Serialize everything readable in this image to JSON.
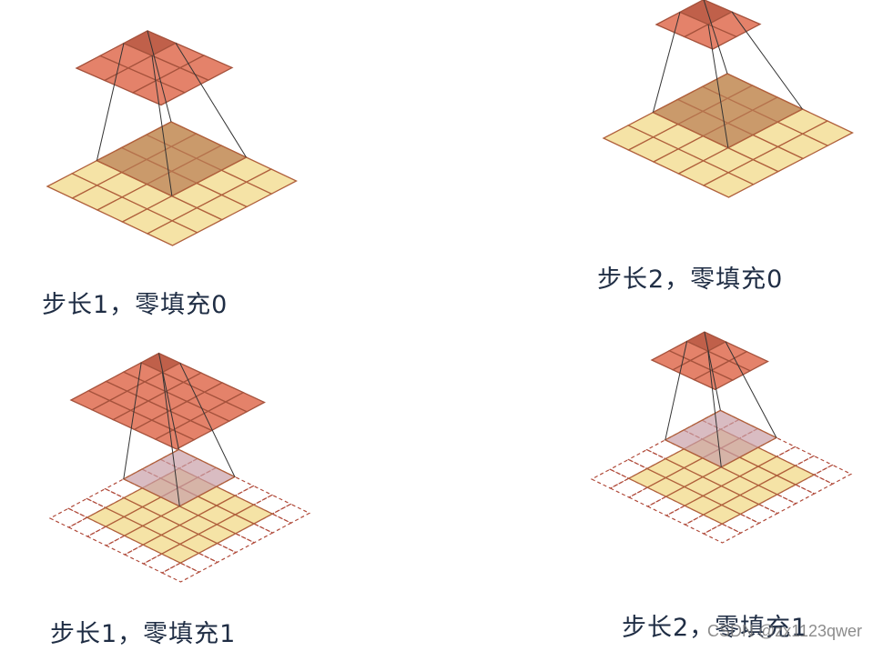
{
  "colors": {
    "input_fill": "#f5e3a6",
    "input_stroke": "#b0603c",
    "window_fill": "#b87a52",
    "output_fill": "#e4826a",
    "output_stroke": "#a5523c",
    "output_active": "#c0604a",
    "padding_stroke": "#b04a3a",
    "padding_window_fill": "#c9a0a8",
    "line": "#333333"
  },
  "panels": [
    {
      "caption": "步长1，零填充0",
      "input_size": 5,
      "padding": 0,
      "stride": 1,
      "kernel": 3,
      "output_size": 3
    },
    {
      "caption": "步长2，零填充0",
      "input_size": 5,
      "padding": 0,
      "stride": 2,
      "kernel": 3,
      "output_size": 2
    },
    {
      "caption": "步长1，零填充1",
      "input_size": 5,
      "padding": 1,
      "stride": 1,
      "kernel": 3,
      "output_size": 5
    },
    {
      "caption": "步长2，零填充1",
      "input_size": 5,
      "padding": 1,
      "stride": 2,
      "kernel": 3,
      "output_size": 3
    }
  ],
  "watermark": "CSDN @zx1123qwer"
}
